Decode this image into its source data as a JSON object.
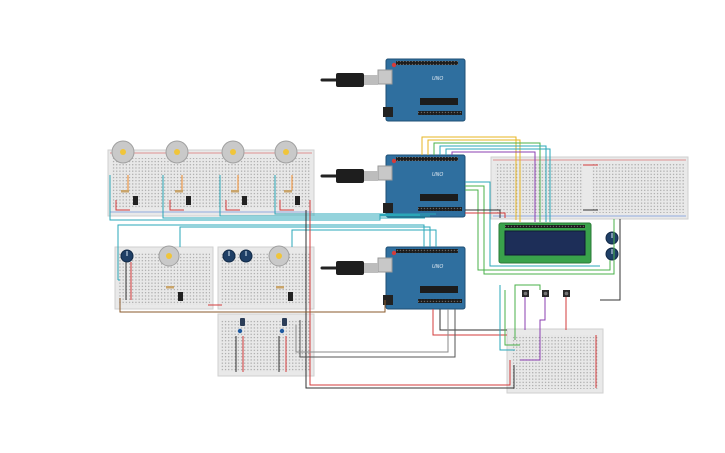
{
  "board_label": "UNO",
  "colors": {
    "board": "#2f6f9f",
    "breadboard": "#e7e7e7",
    "wire_teal": "#2aa7b8",
    "wire_yellow": "#e7b622",
    "wire_green": "#49b14a",
    "wire_red": "#d33b3b",
    "wire_black": "#333333",
    "wire_purple": "#8b3fb2",
    "wire_brown": "#8a5a2b",
    "lcd_frame": "#39a24b",
    "lcd_screen": "#1d2e58"
  },
  "components": {
    "arduino_boards": 3,
    "breadboards": 7,
    "dc_motors": 6,
    "potentiometers": 5,
    "pushbuttons": 3,
    "lcd_displays": 1,
    "usb_plugs": 3
  }
}
